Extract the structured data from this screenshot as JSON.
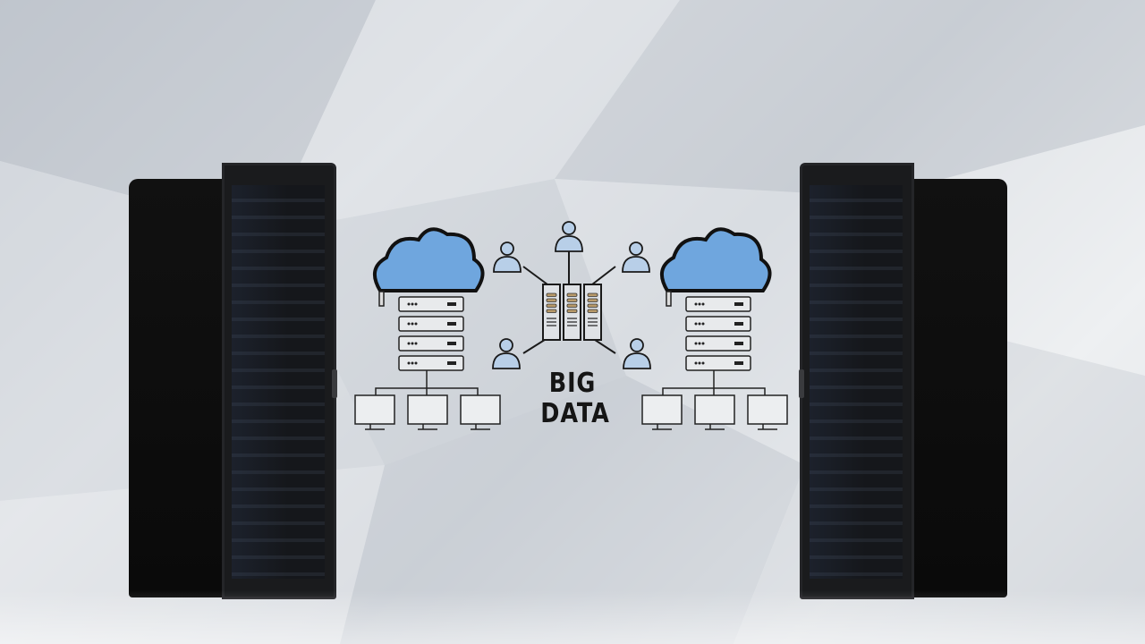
{
  "scene": {
    "title_line1": "BIG",
    "title_line2": "DATA",
    "elements": {
      "left_rack": "server-rack",
      "right_rack": "server-rack",
      "left_cloud": "cloud-icon",
      "right_cloud": "cloud-icon",
      "central_servers": "server-icon",
      "users": "user-icon",
      "monitors": "monitor-icon"
    },
    "colors": {
      "cloud_fill": "#6fa6de",
      "user_fill": "#b8cfe8",
      "rack": "#141517",
      "line": "#1a1a1a",
      "background": "#dde1e6"
    }
  }
}
